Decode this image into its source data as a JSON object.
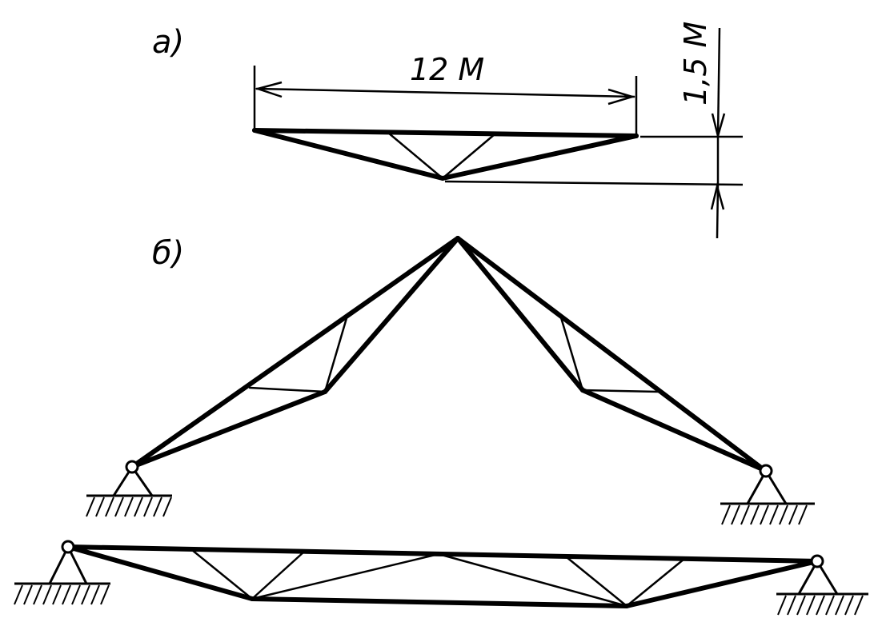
{
  "panels": {
    "a_label": "а)",
    "b_label": "б)"
  },
  "dimensions": {
    "span": "12 М",
    "height": "1,5 М"
  }
}
